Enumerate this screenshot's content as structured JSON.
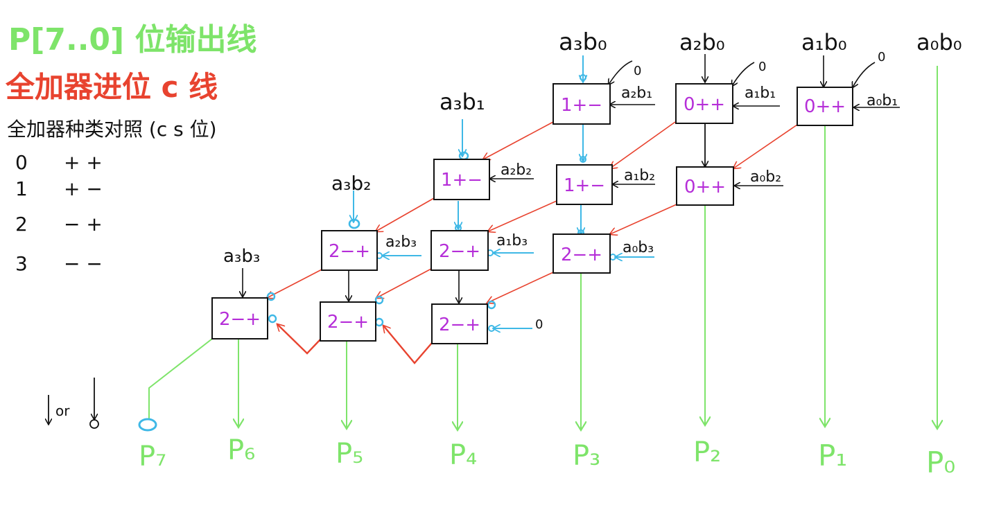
{
  "colors": {
    "green": "#7ee46a",
    "red": "#e8432f",
    "cyan": "#3eb8e6",
    "purple": "#b52ed8",
    "black": "#111111"
  },
  "legend": {
    "output_line": "P[7..0] 位输出线",
    "carry_line": "全加器进位 c 线",
    "table_title": "全加器种类对照 (c s 位)",
    "rows": [
      {
        "code": "0",
        "signs": "+ +"
      },
      {
        "code": "1",
        "signs": "+ −"
      },
      {
        "code": "2",
        "signs": "− +"
      },
      {
        "code": "3",
        "signs": "− −"
      }
    ],
    "arrow_note": "or"
  },
  "top_inputs": [
    "a₃b₀",
    "a₂b₀",
    "a₁b₀",
    "a₀b₀"
  ],
  "row1": {
    "left_input": "a₃b₁",
    "cells": [
      {
        "label": "1+−",
        "side_input": "a₂b₁",
        "carry_in": "0"
      },
      {
        "label": "0++",
        "side_input": "a₁b₁",
        "carry_in": "0"
      },
      {
        "label": "0++",
        "side_input": "a₀b₁",
        "carry_in": "0"
      }
    ]
  },
  "row2": {
    "left_input": "a₃b₂",
    "cells": [
      {
        "label": "1+−",
        "side_input": "a₂b₂"
      },
      {
        "label": "1+−",
        "side_input": "a₁b₂"
      },
      {
        "label": "0++",
        "side_input": "a₀b₂"
      }
    ]
  },
  "row3": {
    "left_input": "a₃b₃",
    "cells": [
      {
        "label": "2−+",
        "side_input": "a₂b₃"
      },
      {
        "label": "2−+",
        "side_input": "a₁b₃"
      },
      {
        "label": "2−+",
        "side_input": "a₀b₃"
      }
    ]
  },
  "row4": {
    "cells": [
      {
        "label": "2−+"
      },
      {
        "label": "2−+"
      },
      {
        "label": "2−+",
        "carry_in": "0"
      }
    ]
  },
  "outputs": [
    "P₇",
    "P₆",
    "P₅",
    "P₄",
    "P₃",
    "P₂",
    "P₁",
    "P₀"
  ]
}
